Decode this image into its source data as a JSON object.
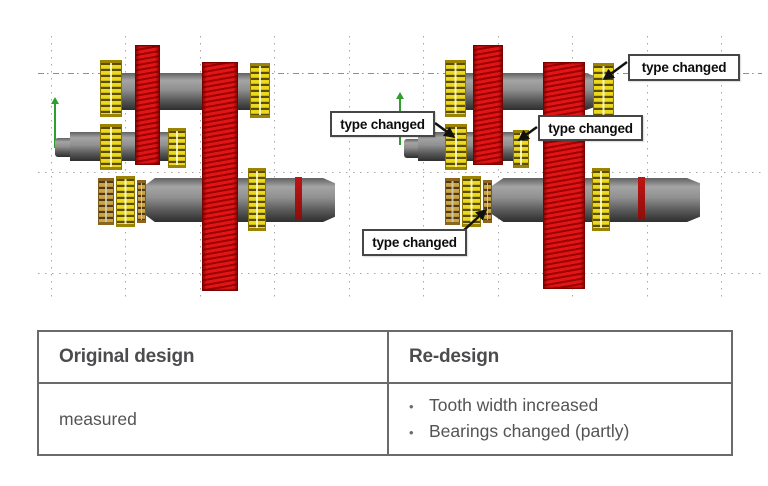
{
  "callouts": {
    "items": [
      {
        "text": "type changed"
      },
      {
        "text": "type changed"
      },
      {
        "text": "type changed"
      },
      {
        "text": "type changed"
      }
    ]
  },
  "table": {
    "headers": [
      "Original design",
      "Re-design"
    ],
    "rows": [
      {
        "original": "measured",
        "redesign_bullets": [
          "Tooth width increased",
          "Bearings changed (partly)"
        ]
      }
    ],
    "bullet_char": "•"
  },
  "colors": {
    "gear_red": "#d81414",
    "bearing_yellow": "#ead91f",
    "shaft_gray": "#8a8a8a",
    "axis_green": "#2f9e2f",
    "grid_dot": "#a8a8a8",
    "table_border": "#6b6b6b",
    "table_text": "#545457",
    "callout_border": "#464646"
  }
}
